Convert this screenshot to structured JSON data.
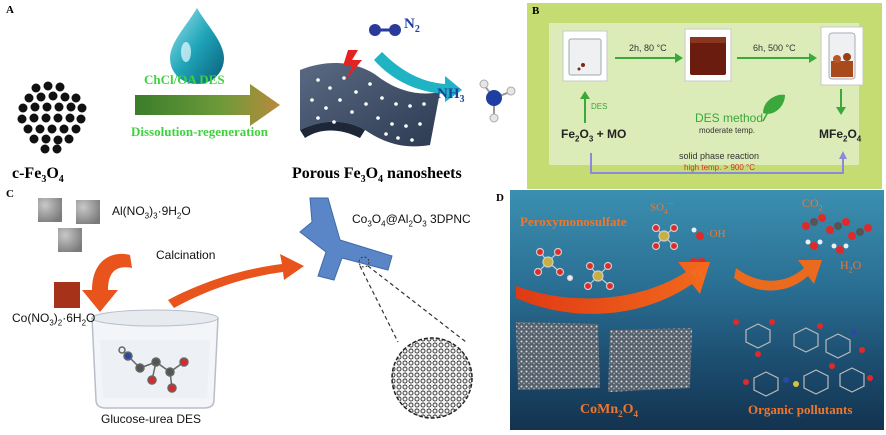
{
  "panelA": {
    "letter": "A",
    "des_label": "ChCl/OA DES",
    "process_label": "Dissolution-regeneration",
    "start_label_main": "c-Fe",
    "start_label_sub": "3",
    "start_label_main2": "O",
    "start_label_sub2": "4",
    "product_label_main": "Porous Fe",
    "product_label_sub": "3",
    "product_label_main2": "O",
    "product_label_sub2": "4",
    "product_label_tail": " nanosheets",
    "n2_main": "N",
    "n2_sub": "2",
    "nh3_main": "NH",
    "nh3_sub": "3"
  },
  "panelB": {
    "letter": "B",
    "step1": "2h, 80 °C",
    "step2": "6h, 500 °C",
    "des_arrow": "DES",
    "reactant_main": "Fe",
    "reactant_sub": "2",
    "reactant_main2": "O",
    "reactant_sub2": "3",
    "reactant_tail": " + MO",
    "method_title": "DES method",
    "method_sub": "moderate temp.",
    "product_main": "MFe",
    "product_sub": "2",
    "product_main2": "O",
    "product_sub2": "4",
    "solid_title": "solid phase reaction",
    "solid_sub": "high temp. > 900 °C"
  },
  "panelC": {
    "letter": "C",
    "al_main": "Al(NO",
    "al_sub": "3",
    "al_tail": ")",
    "al_sub2": "3",
    "al_tail2": "·9H",
    "al_sub3": "2",
    "al_tail3": "O",
    "calcination": "Calcination",
    "co_main": "Co(NO",
    "co_sub": "3",
    "co_tail": ")",
    "co_sub2": "2",
    "co_tail2": "·6H",
    "co_sub3": "2",
    "co_tail3": "O",
    "prod_main": "Co",
    "prod_sub": "3",
    "prod_main2": "O",
    "prod_sub2": "4",
    "prod_main3": "@Al",
    "prod_sub3": "2",
    "prod_main4": "O",
    "prod_sub4": "3",
    "prod_tail": " 3DPNC",
    "des_label": "Glucose-urea DES"
  },
  "panelD": {
    "letter": "D",
    "pms": "Peroxymonosulfate",
    "so4_main": "SO",
    "so4_sub": "4",
    "so4_sup": "·−",
    "oh": "·OH",
    "o2_main": "¹O",
    "o2_sub": "2",
    "co2_main": "CO",
    "co2_sub": "2",
    "h2o_main": "H",
    "h2o_sub": "2",
    "h2o_tail": "O",
    "catalyst_main": "CoMn",
    "catalyst_sub": "2",
    "catalyst_main2": "O",
    "catalyst_sub2": "4",
    "pollutants": "Organic pollutants"
  },
  "colors": {
    "green_text": "#3fd23f",
    "orange_arrow": "#e8541b",
    "panel_b_bg": "#c5dc72",
    "panel_b_inner": "#dcecb8",
    "panel_d_text": "#f0762c",
    "nh3_blue": "#1f3fa0"
  }
}
